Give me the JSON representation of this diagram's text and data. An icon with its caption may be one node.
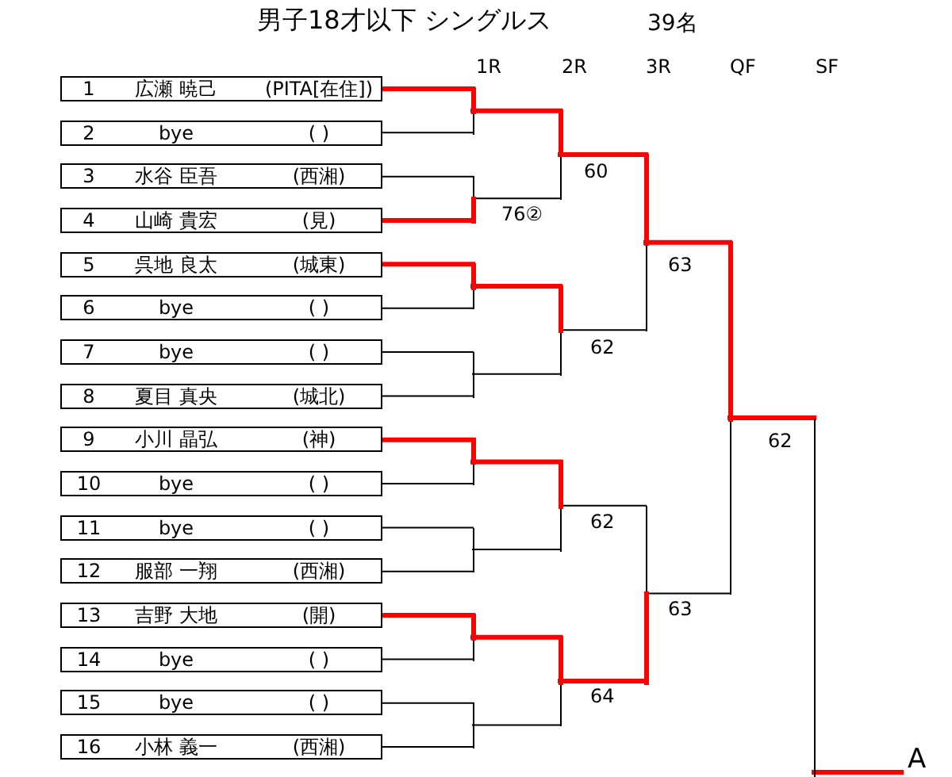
{
  "diagram": {
    "title": "男子18才以下 シングルス",
    "nodes": [
      {
        "text": [
          "1",
          "広瀬 暁己",
          "(PITA[在住])"
        ]
      },
      {
        "text": [
          "2",
          "bye",
          "( )"
        ]
      },
      {
        "text": [
          "3",
          "水谷 臣吾",
          "(西湘)"
        ]
      },
      {
        "text": [
          "4",
          "山崎 貴宏",
          "(見)"
        ]
      },
      {
        "text": [
          "5",
          "呉地 良太",
          "(城東)"
        ]
      },
      {
        "text": [
          "6",
          "bye",
          "( )"
        ]
      },
      {
        "text": [
          "7",
          "bye",
          "( )"
        ]
      },
      {
        "text": [
          "8",
          "夏目 真央",
          "(城北)"
        ]
      },
      {
        "text": [
          "9",
          "小川 晶弘",
          "(神)"
        ]
      },
      {
        "text": [
          "10",
          "bye",
          "( )"
        ]
      },
      {
        "text": [
          "11",
          "bye",
          "( )"
        ]
      },
      {
        "text": [
          "12",
          "服部 一翔",
          "(西湘)"
        ]
      },
      {
        "text": [
          "13",
          "吉野 大地",
          "(開)"
        ]
      },
      {
        "text": [
          "14",
          "bye",
          "( )"
        ]
      },
      {
        "text": [
          "15",
          "bye",
          "( )"
        ]
      },
      {
        "text": [
          "16",
          "小林 義一",
          "(西湘)"
        ]
      },
      {
        "text": [],
        "shape": "bar"
      },
      {
        "text": [],
        "shape": "bar"
      },
      {
        "text": [],
        "shape": "bar"
      },
      {
        "text": [],
        "shape": "bar"
      },
      {
        "text": [],
        "shape": "bar"
      },
      {
        "text": [],
        "shape": "bar"
      },
      {
        "text": [],
        "shape": "bar"
      },
      {
        "text": [],
        "shape": "bar"
      },
      {
        "text": [],
        "shape": "bar"
      },
      {
        "text": [],
        "shape": "bar"
      },
      {
        "text": [],
        "shape": "bar"
      },
      {
        "text": [],
        "shape": "bar"
      },
      {
        "text": [],
        "shape": "bar"
      },
      {
        "text": [],
        "shape": "bar"
      },
      {
        "text": [],
        "shape": "bar"
      },
      {
        "text": [],
        "shape": "bar"
      },
      {
        "text": [
          "A"
        ]
      }
    ],
    "edges": [
      {
        "from": 0,
        "to": 16,
        "arrow": "none",
        "style": "thick",
        "color": "#ff0000"
      },
      {
        "from": 1,
        "to": 16,
        "arrow": "none"
      },
      {
        "from": 2,
        "to": 17,
        "arrow": "none"
      },
      {
        "from": 3,
        "to": 17,
        "arrow": "none",
        "style": "thick",
        "color": "#ff0000"
      },
      {
        "from": 4,
        "to": 18,
        "arrow": "none",
        "style": "thick",
        "color": "#ff0000"
      },
      {
        "from": 5,
        "to": 18,
        "arrow": "none"
      },
      {
        "from": 6,
        "to": 19,
        "arrow": "none"
      },
      {
        "from": 7,
        "to": 19,
        "arrow": "none"
      },
      {
        "from": 8,
        "to": 20,
        "arrow": "none",
        "style": "thick",
        "color": "#ff0000"
      },
      {
        "from": 9,
        "to": 20,
        "arrow": "none"
      },
      {
        "from": 10,
        "to": 21,
        "arrow": "none"
      },
      {
        "from": 11,
        "to": 21,
        "arrow": "none"
      },
      {
        "from": 12,
        "to": 22,
        "arrow": "none",
        "style": "thick",
        "color": "#ff0000"
      },
      {
        "from": 13,
        "to": 22,
        "arrow": "none"
      },
      {
        "from": 14,
        "to": 23,
        "arrow": "none"
      },
      {
        "from": 15,
        "to": 23,
        "arrow": "none"
      },
      {
        "from": 16,
        "to": 24,
        "arrow": "none",
        "style": "thick",
        "color": "#ff0000"
      },
      {
        "from": 17,
        "to": 24,
        "arrow": "none"
      },
      {
        "from": 18,
        "to": 25,
        "arrow": "none",
        "style": "thick",
        "color": "#ff0000"
      },
      {
        "from": 19,
        "to": 25,
        "arrow": "none"
      },
      {
        "from": 20,
        "to": 26,
        "arrow": "none",
        "style": "thick",
        "color": "#ff0000"
      },
      {
        "from": 21,
        "to": 26,
        "arrow": "none"
      },
      {
        "from": 22,
        "to": 27,
        "arrow": "none",
        "style": "thick",
        "color": "#ff0000"
      },
      {
        "from": 23,
        "to": 27,
        "arrow": "none"
      },
      {
        "from": 24,
        "to": 28,
        "arrow": "none",
        "style": "thick",
        "color": "#ff0000"
      },
      {
        "from": 25,
        "to": 28,
        "arrow": "none"
      },
      {
        "from": 26,
        "to": 29,
        "arrow": "none"
      },
      {
        "from": 27,
        "to": 29,
        "arrow": "none",
        "style": "thick",
        "color": "#ff0000"
      },
      {
        "from": 28,
        "to": 30,
        "arrow": "none",
        "style": "thick",
        "color": "#ff0000"
      },
      {
        "from": 29,
        "to": 30,
        "arrow": "none"
      },
      {
        "from": 30,
        "to": 31,
        "arrow": "none",
        "style": "thick",
        "color": "#ff0000"
      },
      {
        "from": 31,
        "to": 32,
        "arrow": "none",
        "style": "thick",
        "color": "#ff0000"
      }
    ],
    "labels": [
      "39名",
      "1R",
      "2R",
      "3R",
      "QF",
      "SF",
      "60",
      "76②",
      "63",
      "62",
      "62",
      "62",
      "63",
      "64"
    ]
  }
}
